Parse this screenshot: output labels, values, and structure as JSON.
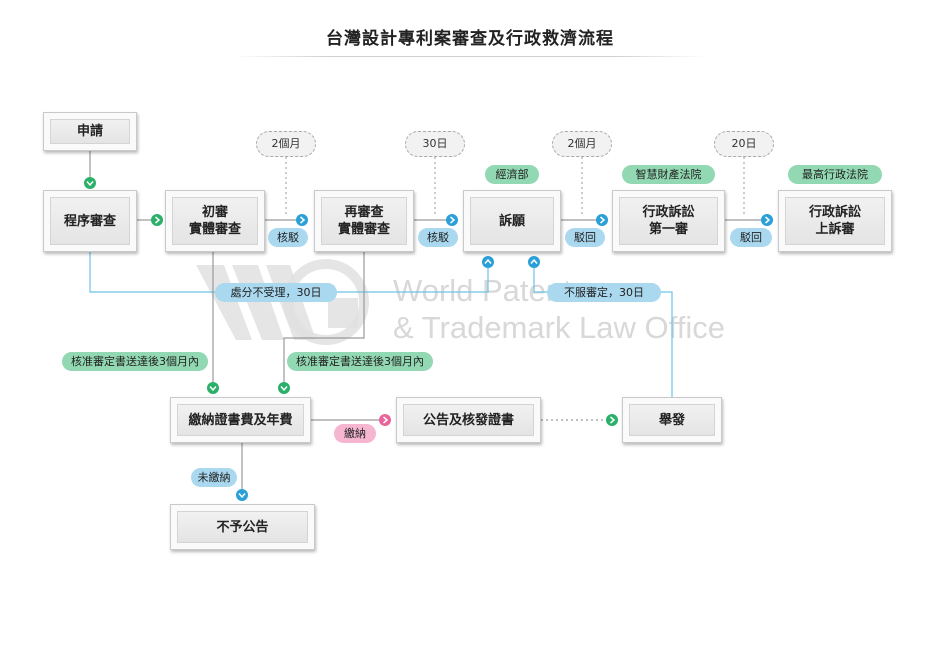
{
  "title": "台灣設計專利案審查及行政救濟流程",
  "colors": {
    "blue_pill": "#a9d8ef",
    "green_pill": "#92d8b2",
    "pink_pill": "#f6b6cf",
    "arrow_blue": "#2a9fd8",
    "arrow_green": "#2bb06a",
    "arrow_pink": "#e8649a",
    "line_blue": "#6cc4e6"
  },
  "boxes": {
    "apply": "申請",
    "procedural": "程序審查",
    "initial": "初審\n實體審查",
    "reexam": "再審查\n實體審查",
    "petition": "訴願",
    "admin_first": "行政訴訟\n第一審",
    "admin_appeal": "行政訴訟\n上訴審",
    "fee": "繳納證書費及年費",
    "announce": "公告及核發證書",
    "invalidation": "舉發",
    "no_announce": "不予公告"
  },
  "durations": {
    "d1": "2個月",
    "d2": "30日",
    "d3": "2個月",
    "d4": "20日"
  },
  "authorities": {
    "moea": "經濟部",
    "ip_court": "智慧財產法院",
    "supreme_admin": "最高行政法院"
  },
  "labels": {
    "reject1": "核駁",
    "reject2": "核駁",
    "dismiss1": "駁回",
    "dismiss2": "駁回",
    "not_accepted": "處分不受理，30日",
    "disagree": "不服審定，30日",
    "approval1": "核准審定書送達後3個月內",
    "approval2": "核准審定書送達後3個月內",
    "paid": "繳納",
    "unpaid": "未繳納"
  },
  "watermark": {
    "line1": "World Patent",
    "line2": "& Trademark Law Office"
  }
}
